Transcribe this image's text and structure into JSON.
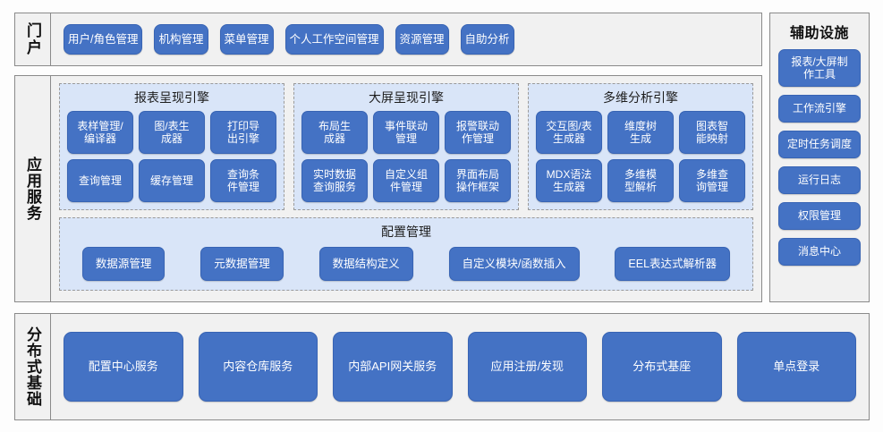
{
  "theme": {
    "pill_fill": "#4472C4",
    "pill_border": "#3864B4",
    "panel_fill": "#F1F1F1",
    "panel_border": "#8A8A8A",
    "engine_fill": "#D9E5F8",
    "engine_border": "#9A9A9A",
    "text_on_pill": "#FFFFFF",
    "heading_text": "#111111"
  },
  "portal": {
    "label": "门户",
    "items": [
      {
        "label": "用户/角色管理"
      },
      {
        "label": "机构管理"
      },
      {
        "label": "菜单管理"
      },
      {
        "label": "个人工作空间管理"
      },
      {
        "label": "资源管理"
      },
      {
        "label": "自助分析"
      }
    ]
  },
  "app_services": {
    "label": "应用服务",
    "engines": [
      {
        "title": "报表呈现引擎",
        "items": [
          {
            "label": "表样管理/\n编译器"
          },
          {
            "label": "图/表生\n成器"
          },
          {
            "label": "打印导\n出引擎"
          },
          {
            "label": "查询管理"
          },
          {
            "label": "缓存管理"
          },
          {
            "label": "查询条\n件管理"
          }
        ]
      },
      {
        "title": "大屏呈现引擎",
        "items": [
          {
            "label": "布局生\n成器"
          },
          {
            "label": "事件联动\n管理"
          },
          {
            "label": "报警联动\n作管理"
          },
          {
            "label": "实时数据\n查询服务"
          },
          {
            "label": "自定义组\n件管理"
          },
          {
            "label": "界面布局\n操作框架"
          }
        ]
      },
      {
        "title": "多维分析引擎",
        "items": [
          {
            "label": "交互图/表\n生成器"
          },
          {
            "label": "维度树\n生成"
          },
          {
            "label": "图表智\n能映射"
          },
          {
            "label": "MDX语法\n生成器"
          },
          {
            "label": "多维模\n型解析"
          },
          {
            "label": "多维查\n询管理"
          }
        ]
      }
    ],
    "config": {
      "title": "配置管理",
      "items": [
        {
          "label": "数据源管理"
        },
        {
          "label": "元数据管理"
        },
        {
          "label": "数据结构定义"
        },
        {
          "label": "自定义模块/函数插入"
        },
        {
          "label": "EEL表达式解析器"
        }
      ]
    }
  },
  "auxiliary": {
    "title": "辅助设施",
    "items": [
      {
        "label": "报表/大屏制\n作工具",
        "tall": true
      },
      {
        "label": "工作流引擎",
        "tall": false
      },
      {
        "label": "定时任务调度",
        "tall": false
      },
      {
        "label": "运行日志",
        "tall": false
      },
      {
        "label": "权限管理",
        "tall": false
      },
      {
        "label": "消息中心",
        "tall": false
      }
    ]
  },
  "distributed": {
    "label": "分布式基础",
    "items": [
      {
        "label": "配置中心服务"
      },
      {
        "label": "内容仓库服务"
      },
      {
        "label": "内部API网关服务"
      },
      {
        "label": "应用注册/发现"
      },
      {
        "label": "分布式基座"
      },
      {
        "label": "单点登录"
      }
    ]
  }
}
